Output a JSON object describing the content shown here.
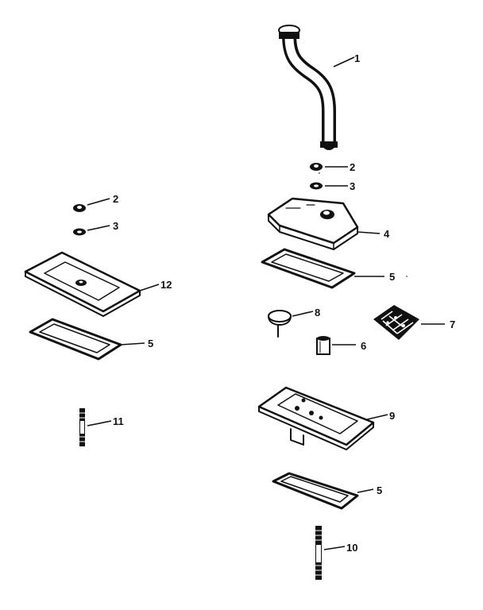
{
  "diagram": {
    "callouts": [
      {
        "id": "c1",
        "text": "1"
      },
      {
        "id": "c2r",
        "text": "2"
      },
      {
        "id": "c3r",
        "text": "3"
      },
      {
        "id": "c4",
        "text": "4"
      },
      {
        "id": "c5r1",
        "text": "5"
      },
      {
        "id": "c8",
        "text": "8"
      },
      {
        "id": "c6",
        "text": "6"
      },
      {
        "id": "c7",
        "text": "7"
      },
      {
        "id": "c9",
        "text": "9"
      },
      {
        "id": "c5r2",
        "text": "5"
      },
      {
        "id": "c10",
        "text": "10"
      },
      {
        "id": "c2l",
        "text": "2"
      },
      {
        "id": "c3l",
        "text": "3"
      },
      {
        "id": "c12",
        "text": "12"
      },
      {
        "id": "c5l",
        "text": "5"
      },
      {
        "id": "c11",
        "text": "11"
      }
    ]
  }
}
